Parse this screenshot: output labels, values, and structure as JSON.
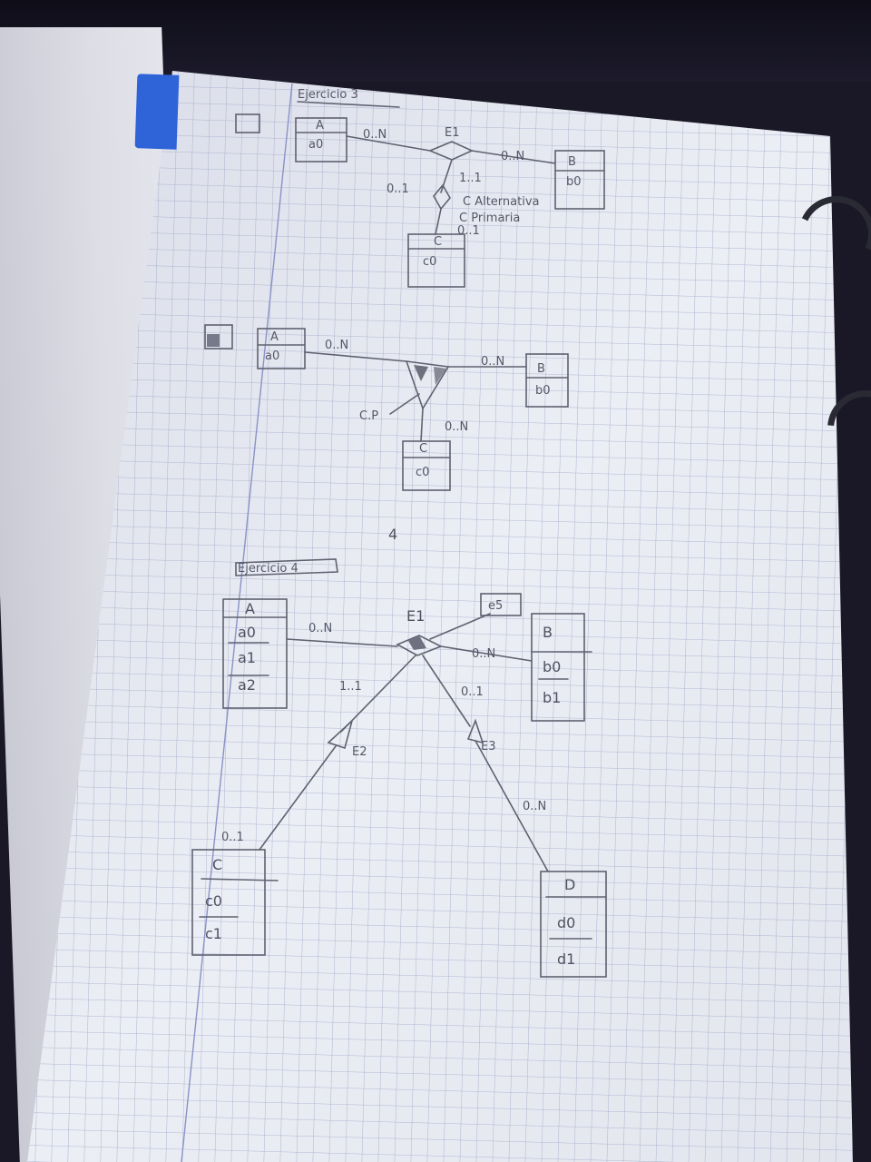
{
  "diagram1": {
    "title": "Ejercicio 3",
    "entity_a": {
      "name": "A",
      "attr": "a0"
    },
    "entity_b": {
      "name": "B",
      "attr": "b0"
    },
    "entity_c": {
      "name": "C",
      "attr": "c0"
    },
    "rel": "E1",
    "card_ab_left": "0..N",
    "card_ab_right": "0..N",
    "card_upper": "1..1",
    "card_left": "0..1",
    "note1": "C Alternativa",
    "note2": "C Primaria",
    "card_lower": "0..1"
  },
  "diagram2": {
    "entity_a": {
      "name": "A",
      "attr": "a0"
    },
    "entity_b": {
      "name": "B",
      "attr": "b0"
    },
    "entity_c": {
      "name": "C",
      "attr": "c0"
    },
    "card_a": "0..N",
    "card_b": "0..N",
    "card_c": "0..N",
    "label_cp": "C.P"
  },
  "page_mark": "4",
  "diagram3": {
    "title": "Ejercicio 4",
    "entity_a": {
      "name": "A",
      "attrs": [
        "a0",
        "a1",
        "a2"
      ]
    },
    "entity_b": {
      "name": "B",
      "attrs": [
        "b0",
        "b1"
      ]
    },
    "entity_c": {
      "name": "C",
      "attrs": [
        "c0",
        "c1"
      ]
    },
    "entity_d": {
      "name": "D",
      "attrs": [
        "d0",
        "d1"
      ]
    },
    "attr_e1": "e5",
    "rel_e1": "E1",
    "rel_e2": "E2",
    "rel_e3": "E3",
    "card_a": "0..N",
    "card_b": "0..N",
    "card_e2": "1..1",
    "card_e3": "0..1",
    "card_c": "0..1",
    "card_d": "0..N"
  }
}
